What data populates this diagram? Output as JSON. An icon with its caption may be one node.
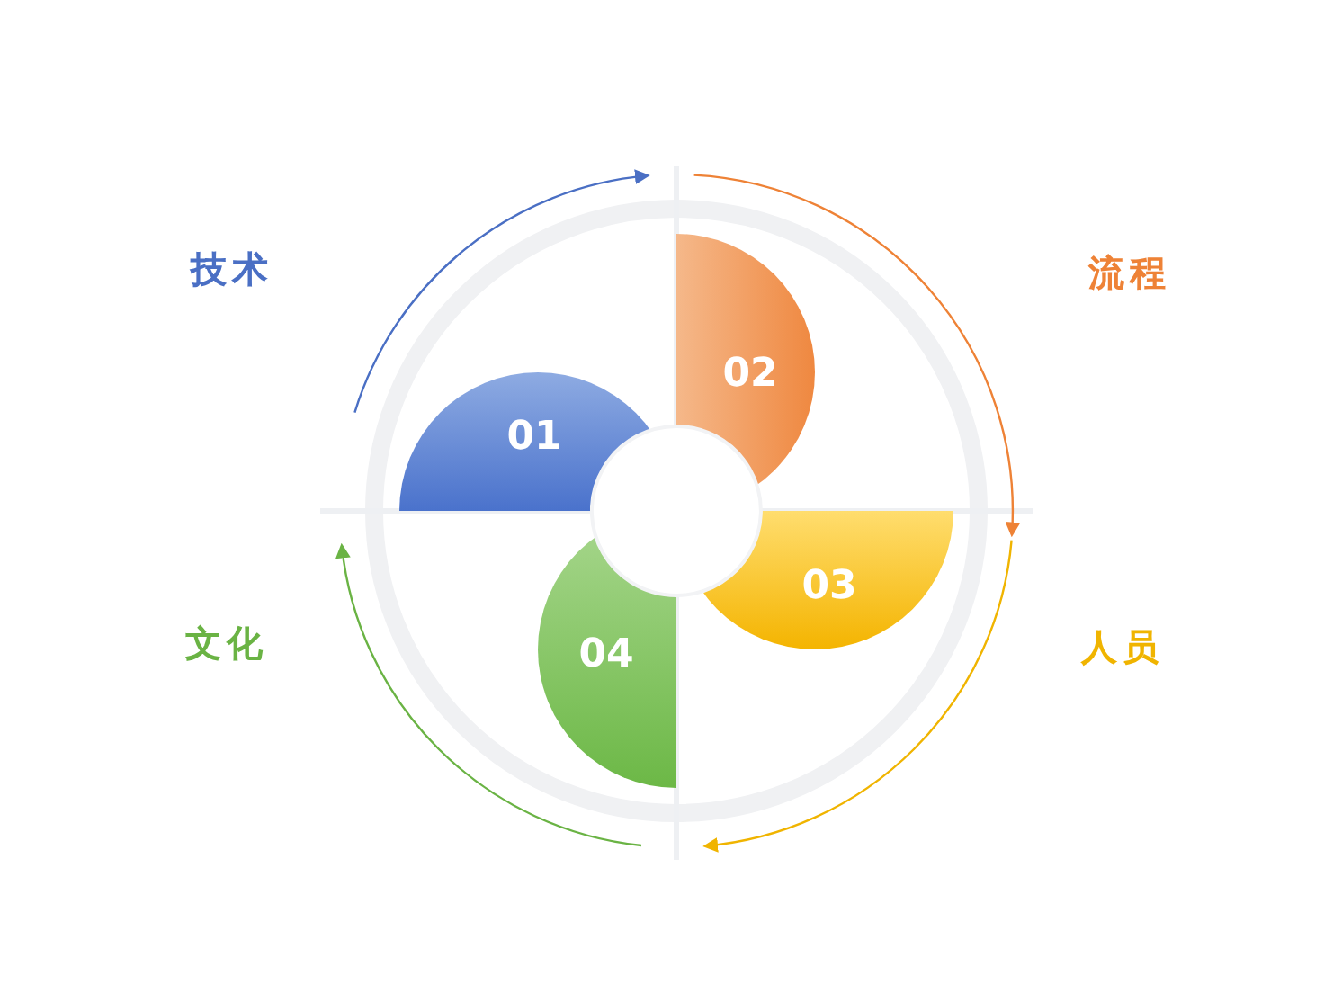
{
  "diagram": {
    "nodes": [
      {
        "text": [
          "01"
        ]
      },
      {
        "text": [
          "02"
        ]
      },
      {
        "text": [
          "03"
        ]
      },
      {
        "text": [
          "04"
        ]
      },
      {
        "text": [],
        "shape": "circle"
      }
    ],
    "labels": [
      "技术",
      "流程",
      "文化",
      "人员"
    ]
  }
}
